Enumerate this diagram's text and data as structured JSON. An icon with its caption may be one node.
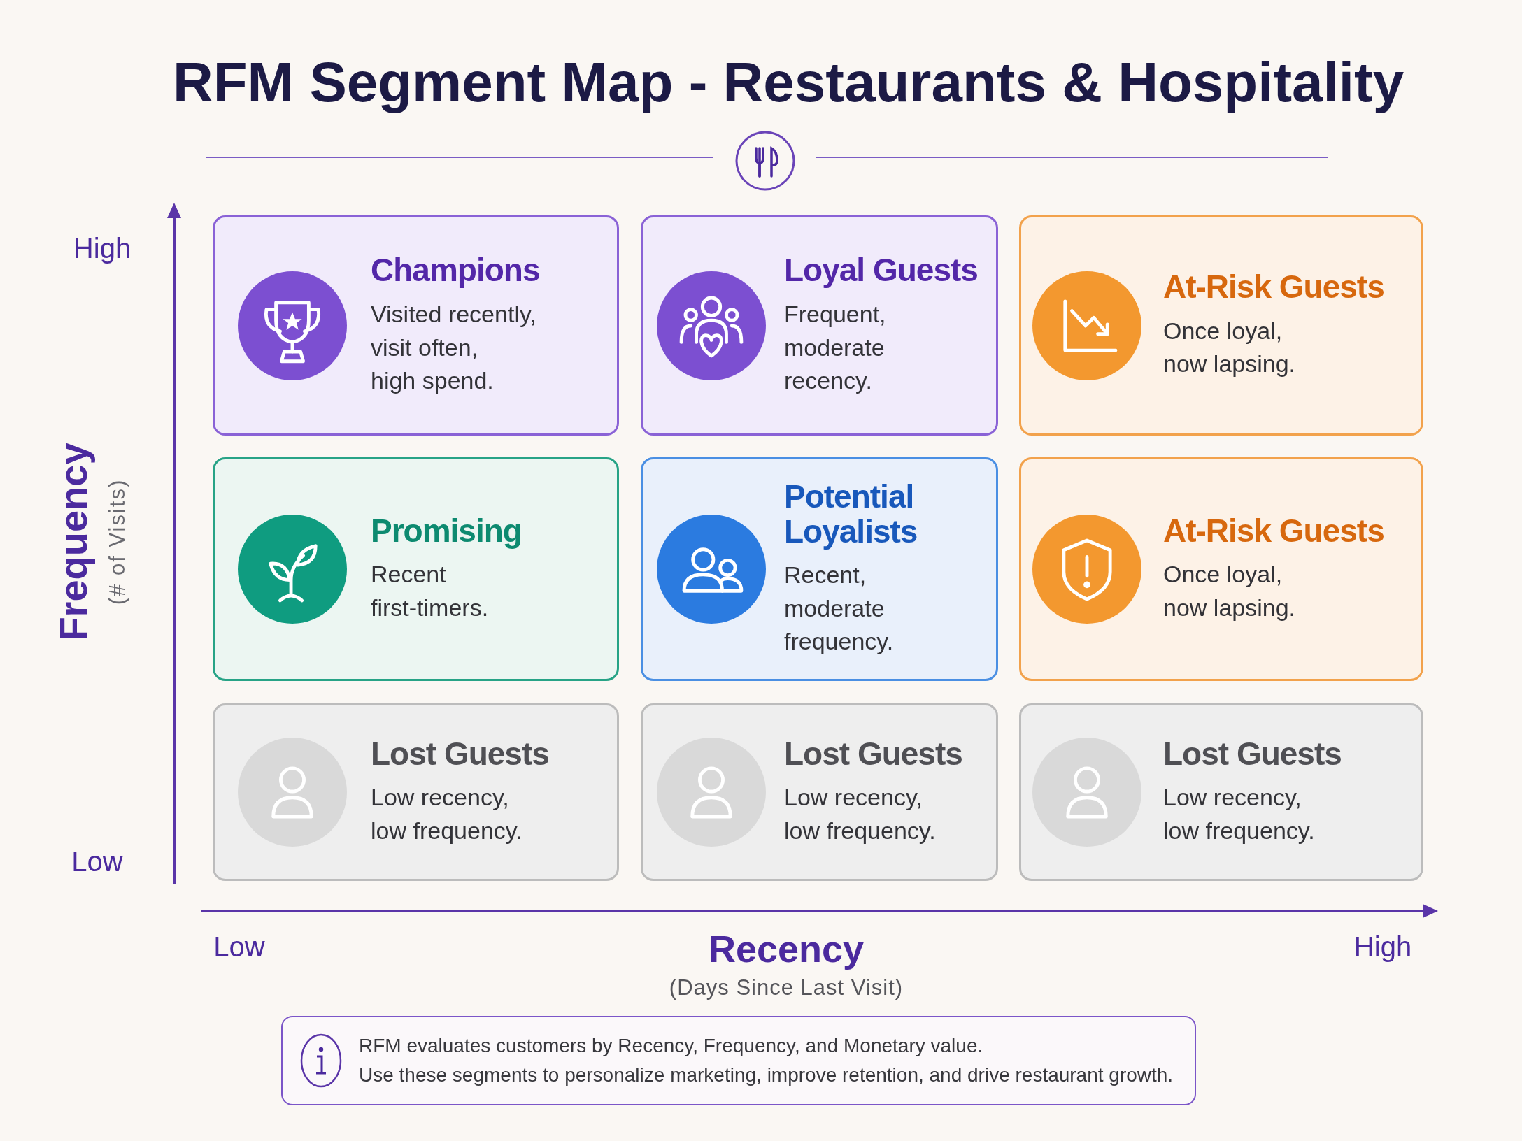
{
  "diagram": {
    "title": "RFM Segment Map - Restaurants & Hospitality",
    "nodes": [
      {
        "text": [
          "Champions",
          "Visited recently, visit often, high spend."
        ]
      },
      {
        "text": [
          "Loyal Guests",
          "Frequent, moderate recency."
        ]
      },
      {
        "text": [
          "At-Risk Guests",
          "Once loyal, now lapsing."
        ]
      },
      {
        "text": [
          "Promising",
          "Recent first-timers."
        ]
      },
      {
        "text": [
          "Potential Loyalists",
          "Recent, moderate frequency."
        ]
      },
      {
        "text": [
          "At-Risk Guests",
          "Once loyal, now lapsing."
        ]
      },
      {
        "text": [
          "Lost Guests",
          "Low recency, low frequency."
        ]
      },
      {
        "text": [
          "Lost Guests",
          "Low recency, low frequency."
        ]
      },
      {
        "text": [
          "Lost Guests",
          "Low recency, low frequency."
        ]
      },
      {
        "text": [
          "RFM evaluates customers by Recency, Frequency, and Monetary value.",
          "Use these segments to personalize marketing, improve retention, and drive restaurant growth."
        ]
      }
    ],
    "labels": [
      "High",
      "Frequency",
      "(# of Visits)",
      "Low",
      "Low",
      "Recency",
      "High",
      "(Days Since Last Visit)"
    ]
  }
}
